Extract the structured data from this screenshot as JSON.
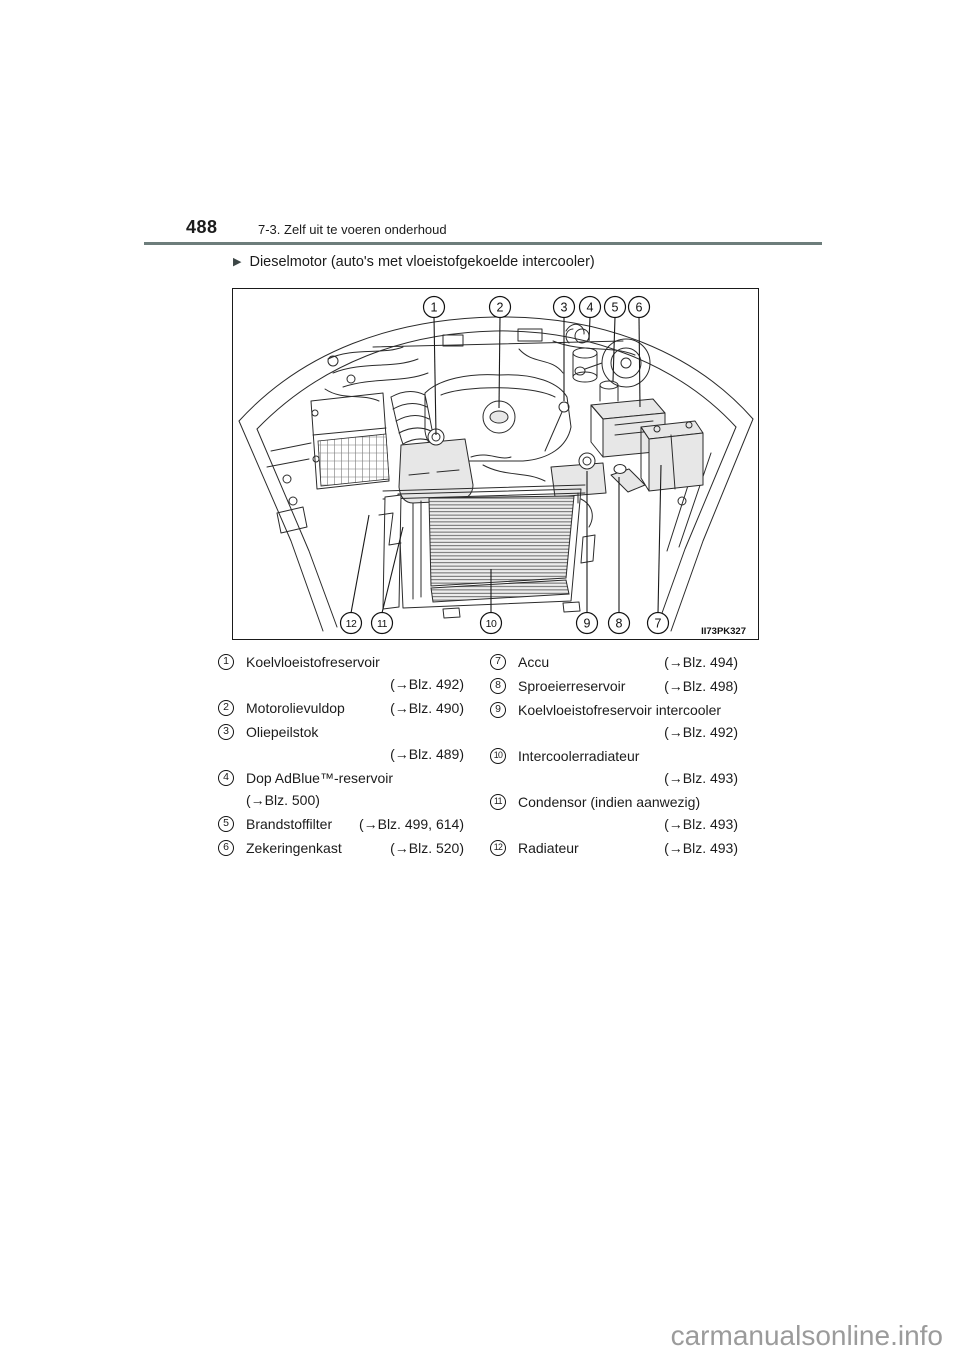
{
  "page": {
    "number": "488",
    "section": "7-3. Zelf uit te voeren onderhoud",
    "heading": "Dieselmotor (auto's met vloeistofgekoelde intercooler)",
    "figure_code": "II73PK327",
    "watermark": "carmanualsonline.info"
  },
  "colors": {
    "rule": "#6d7d7b",
    "text": "#1b1b1b",
    "watermark": "#9b9b9b",
    "line_art": "#2b2b2b"
  },
  "diagram": {
    "callout_numbers": [
      "1",
      "2",
      "3",
      "4",
      "5",
      "6",
      "12",
      "11",
      "10",
      "9",
      "8",
      "7"
    ]
  },
  "legend": {
    "left": [
      {
        "num": "1",
        "label": "Koelvloeistofreservoir",
        "ref": "(→Blz. 492)",
        "ref_layout": "below-right"
      },
      {
        "num": "2",
        "label": "Motorolievuldop",
        "ref": "(→Blz. 490)",
        "ref_layout": "inline"
      },
      {
        "num": "3",
        "label": "Oliepeilstok",
        "ref": "(→Blz. 489)",
        "ref_layout": "below-right"
      },
      {
        "num": "4",
        "label": "Dop AdBlue™-reservoir",
        "ref": "(→Blz. 500)",
        "ref_layout": "below-left"
      },
      {
        "num": "5",
        "label": "Brandstoffilter",
        "ref": "(→Blz. 499, 614)",
        "ref_layout": "inline"
      },
      {
        "num": "6",
        "label": "Zekeringenkast",
        "ref": "(→Blz. 520)",
        "ref_layout": "inline"
      }
    ],
    "right": [
      {
        "num": "7",
        "label": "Accu",
        "ref": "(→Blz. 494)",
        "ref_layout": "inline"
      },
      {
        "num": "8",
        "label": "Sproeierreservoir",
        "ref": "(→Blz. 498)",
        "ref_layout": "inline"
      },
      {
        "num": "9",
        "label": "Koelvloeistofreservoir intercooler",
        "ref": "(→Blz. 492)",
        "ref_layout": "below-right"
      },
      {
        "num": "10",
        "label": "Intercoolerradiateur",
        "ref": "(→Blz. 493)",
        "ref_layout": "below-right"
      },
      {
        "num": "11",
        "label": "Condensor (indien aanwezig)",
        "ref": "(→Blz. 493)",
        "ref_layout": "below-right"
      },
      {
        "num": "12",
        "label": "Radiateur",
        "ref": "(→Blz. 493)",
        "ref_layout": "inline"
      }
    ]
  }
}
